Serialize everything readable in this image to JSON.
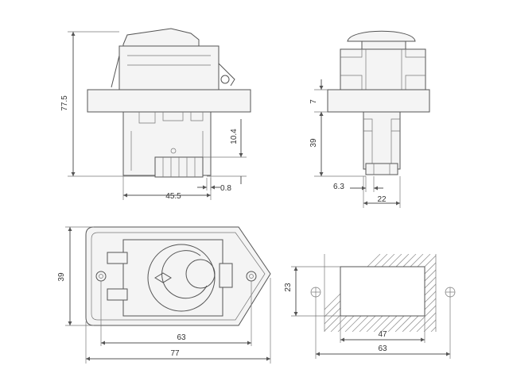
{
  "dimensions": {
    "side_height": "77.5",
    "side_depth": "10.4",
    "side_width": "45.5",
    "side_pin": "0.8",
    "front_flange": "7",
    "front_body": "39",
    "front_pin": "6.3",
    "front_width": "22",
    "top_height": "39",
    "top_inner": "63",
    "top_outer": "77",
    "cutout_height": "23",
    "cutout_width": "47",
    "cutout_pitch": "63"
  },
  "colors": {
    "line": "#555555",
    "fill": "#f4f4f4",
    "hatch": "#999999"
  }
}
